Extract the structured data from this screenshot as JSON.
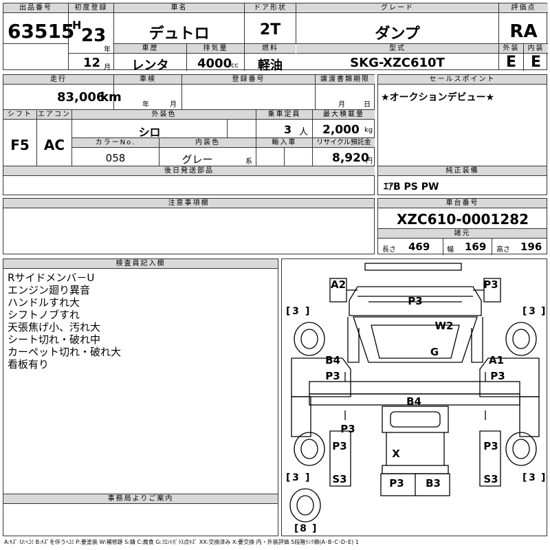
{
  "top": {
    "lot_label": "出品番号",
    "lot_no": "63515",
    "first_reg_label": "初度登録",
    "era": "H",
    "year": "23",
    "year_unit": "年",
    "month": "12",
    "month_unit": "月",
    "car_name_label": "車名",
    "car_name": "デュトロ",
    "door_label": "ドア形状",
    "door": "2T",
    "grade_label": "グレード",
    "grade": "ダンプ",
    "score_label": "評価点",
    "score": "RA",
    "history_label": "車歴",
    "history": "レンタ",
    "displacement_label": "排気量",
    "displacement": "4000",
    "displacement_unit": "cc",
    "fuel_label": "燃料",
    "fuel": "軽油",
    "model_label": "型式",
    "model": "SKG-XZC610T",
    "ext_label": "外装",
    "ext_grade": "E",
    "int_label": "内装",
    "int_grade": "E"
  },
  "mid": {
    "mileage_label": "走行",
    "mileage": "83,006",
    "mileage_unit": "km",
    "inspection_label": "車検",
    "insp_year_unit": "年",
    "insp_month_unit": "月",
    "reg_no_label": "登録番号",
    "transfer_label": "譲渡書類期限",
    "transfer_month_unit": "月",
    "transfer_day_unit": "日",
    "shift_label": "シフト",
    "shift": "F5",
    "ac_label": "エアコン",
    "ac": "AC",
    "color_label": "外装色",
    "color": "シロ",
    "seats_label": "乗車定員",
    "seats": "3",
    "seats_unit": "人",
    "load_label": "最大積載量",
    "load": "2,000",
    "load_unit": "kg",
    "color_no_label": "カラーNo.",
    "color_no": "058",
    "int_color_label": "内装色",
    "int_color": "グレー",
    "int_color_unit": "系",
    "import_label": "輸入車",
    "recycle_label": "リサイクル預託金",
    "recycle": "8,920",
    "recycle_unit": "円",
    "later_parts_label": "後日発送部品",
    "sales_label": "セールスポイント",
    "sales": "★オークションデビュー★",
    "equip_label": "純正装備",
    "equip": "ｴｱB PS PW"
  },
  "notes": {
    "caution_label": "注意事項欄",
    "chassis_label": "車台番号",
    "chassis": "XZC610-0001282",
    "spec_label": "諸元",
    "length_label": "長さ",
    "length": "469",
    "width_label": "幅",
    "width": "169",
    "height_label": "高さ",
    "height": "196",
    "inspector_label": "検査員記入欄",
    "inspector_notes": [
      "Rサイドメンバ－U",
      "エンジン廻り異音",
      "ハンドルすれ大",
      "シフトノブすれ",
      "天張焦げ小、汚れ大",
      "シート切れ・破れ中",
      "カーペット切れ・破れ大",
      "看板有り"
    ],
    "office_label": "事務局よりご案内"
  },
  "diagram": {
    "tire_fl": "3",
    "tire_fr": "3",
    "tire_rl": "3",
    "tire_rr": "3",
    "tire_spare": "8",
    "marks": [
      "A2",
      "P3",
      "P3",
      "W2",
      "G",
      "B4",
      "A1",
      "P3",
      "P3",
      "B4",
      "P3",
      "P3",
      "P3",
      "X",
      "S3",
      "S3",
      "P3",
      "B3"
    ]
  },
  "legend": "A:ｷｽﾞ U:ﾍｺﾐ B:ｷｽﾞを伴うﾍｺﾐ P:要塗装 W:補修跡 S:錆 C:腐食 G:ﾌﾛﾝﾄｶﾞﾗｽ点ｷｽﾞ XX:交換済み X:要交換 内・外装評価 5段階ﾗﾝｸ順(A･B･C･D･E) 1"
}
